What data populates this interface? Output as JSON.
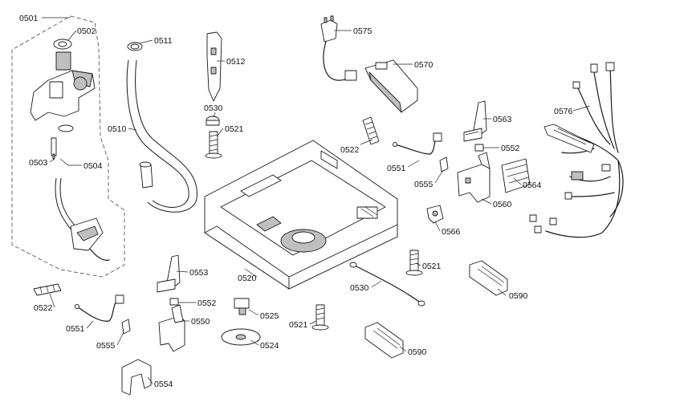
{
  "labels": {
    "l0501": "0501",
    "l0502": "0502",
    "l0503": "0503",
    "l0504": "0504",
    "l0510": "0510",
    "l0511": "0511",
    "l0512": "0512",
    "l0520": "0520",
    "l0521a": "0521",
    "l0521b": "0521",
    "l0521c": "0521",
    "l0522a": "0522",
    "l0522b": "0522",
    "l0524": "0524",
    "l0525": "0525",
    "l0530a": "0530",
    "l0530b": "0530",
    "l0550": "0550",
    "l0551a": "0551",
    "l0551b": "0551",
    "l0552a": "0552",
    "l0552b": "0552",
    "l0553": "0553",
    "l0554": "0554",
    "l0555a": "0555",
    "l0555b": "0555",
    "l0560": "0560",
    "l0563": "0563",
    "l0564": "0564",
    "l0566": "0566",
    "l0570": "0570",
    "l0575": "0575",
    "l0576": "0576",
    "l0590a": "0590",
    "l0590b": "0590"
  },
  "icons": {
    "aquastop-valve": "water-valve-icon",
    "hose": "drain-hose-icon",
    "base-frame": "dishwasher-base-icon",
    "power-cord": "power-plug-icon",
    "control-module": "electronic-module-icon",
    "wiring-harness": "cable-harness-icon"
  }
}
